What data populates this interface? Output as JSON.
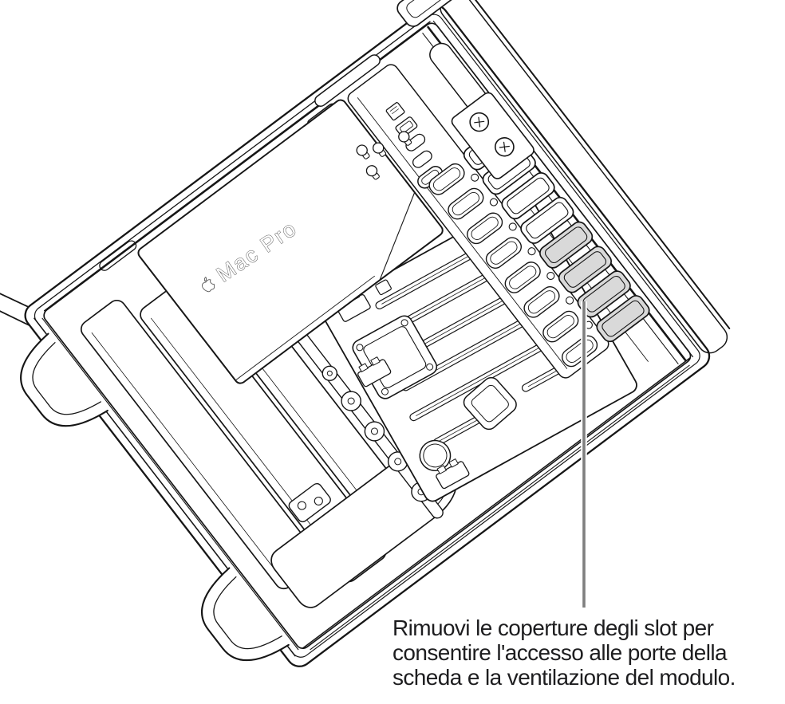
{
  "illustration": {
    "device_label": "Mac Pro",
    "subject": "mac-pro-rack-interior-line-art",
    "highlighted_slot_cover_count": 4
  },
  "caption": {
    "lines": [
      "Rimuovi le coperture degli slot per",
      "consentire l'accesso alle porte della",
      "scheda e la ventilazione del modulo."
    ]
  },
  "colors": {
    "ink": "#161616",
    "highlight_fill": "#d9d9d9",
    "callout_line": "#7f7f7f",
    "caption_text": "#1d1d1f",
    "background": "#ffffff",
    "label_gray": "#5a5a5a"
  }
}
